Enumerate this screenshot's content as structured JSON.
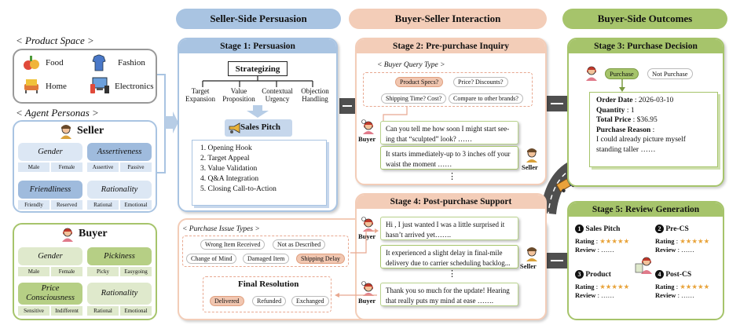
{
  "headers": {
    "seller_side": "Seller-Side Persuasion",
    "interaction": "Buyer-Seller Interaction",
    "buyer_side": "Buyer-Side Outcomes"
  },
  "product_space": {
    "title": "< Product Space >",
    "items": [
      "Food",
      "Fashion",
      "Home",
      "Electronics"
    ]
  },
  "agent_personas": {
    "title": "< Agent Personas >",
    "seller": {
      "name": "Seller",
      "attributes": [
        {
          "name": "Gender",
          "options": [
            "Male",
            "Female"
          ]
        },
        {
          "name": "Assertiveness",
          "options": [
            "Assertive",
            "Passive"
          ]
        },
        {
          "name": "Friendliness",
          "options": [
            "Friendly",
            "Reserved"
          ]
        },
        {
          "name": "Rationality",
          "options": [
            "Rational",
            "Emotional"
          ]
        }
      ]
    },
    "buyer": {
      "name": "Buyer",
      "attributes": [
        {
          "name": "Gender",
          "options": [
            "Male",
            "Female"
          ]
        },
        {
          "name": "Pickiness",
          "options": [
            "Picky",
            "Easygoing"
          ]
        },
        {
          "name": "Price Consciousness",
          "options": [
            "Sensitive",
            "Indifferent"
          ]
        },
        {
          "name": "Rationality",
          "options": [
            "Rational",
            "Emotional"
          ]
        }
      ]
    }
  },
  "stage1": {
    "title": "Stage 1: Persuasion",
    "strategizing": "Strategizing",
    "strategies": [
      "Target Expansion",
      "Value Proposition",
      "Contextual Urgency",
      "Objection Handling"
    ],
    "sales_pitch": "Sales Pitch",
    "pitch_steps": [
      "1.   Opening Hook",
      "2.   Target Appeal",
      "3.   Value Validation",
      "4.   Q&A Integration",
      "5.   Closing Call-to-Action"
    ]
  },
  "stage2": {
    "title": "Stage 2: Pre-purchase Inquiry",
    "query_type_title": "< Buyer Query Type >",
    "queries": [
      "Product Specs?",
      "Price? Discounts?",
      "Shipping Time? Cost?",
      "Compare to other brands?"
    ],
    "buyer_msg": "Can you tell me how soon I might start see-ing that “sculpted” look? ……",
    "seller_msg": "It starts immediately-up to 3 inches off your waist the moment ……",
    "buyer_label": "Buyer",
    "seller_label": "Seller",
    "ellipsis": "⋮"
  },
  "stage3": {
    "title": "Stage 3: Purchase Decision",
    "purchase": "Purchase",
    "not_purchase": "Not Purchase",
    "order_date_label": "Order Date",
    "order_date": " : 2026-03-10",
    "quantity_label": "Quantity",
    "quantity": " : 1",
    "total_price_label": "Total Price",
    "total_price": " : $36.95",
    "reason_label": "Purchase Reason",
    "reason": "I could already picture myself standing taller ……"
  },
  "stage4": {
    "title": "Stage 4: Post-purchase Support",
    "issue_types_title": "< Purchase Issue Types >",
    "issues": [
      "Wrong Item Received",
      "Not as Described",
      "Change of Mind",
      "Damaged Item",
      "Shipping Delay"
    ],
    "final_resolution": "Final Resolution",
    "resolutions": [
      "Delivered",
      "Refunded",
      "Exchanged"
    ],
    "buyer_msg1": "Hi , I just wanted I was a little surprised it hasn’t arrived yet…….",
    "seller_msg": "It experienced a slight delay in final-mile delivery due to carrier scheduling backlog...",
    "buyer_msg2": "Thank you so much for the update! Hearing that really puts my mind at ease …….",
    "buyer_label": "Buyer",
    "seller_label": "Seller"
  },
  "stage5": {
    "title": "Stage 5: Review Generation",
    "sections": [
      {
        "num": "1",
        "name": "Sales Pitch"
      },
      {
        "num": "2",
        "name": "Pre-CS"
      },
      {
        "num": "3",
        "name": "Product"
      },
      {
        "num": "4",
        "name": "Post-CS"
      }
    ],
    "rating_label": "Rating",
    "review_label": "Review",
    "stars": "★★★★★",
    "stars_value": 5
  },
  "colors": {
    "seller_blue": "#a9c4e2",
    "interaction_orange": "#f3cdb8",
    "buyer_green": "#a6c46b",
    "road": "#4f4f4f"
  }
}
